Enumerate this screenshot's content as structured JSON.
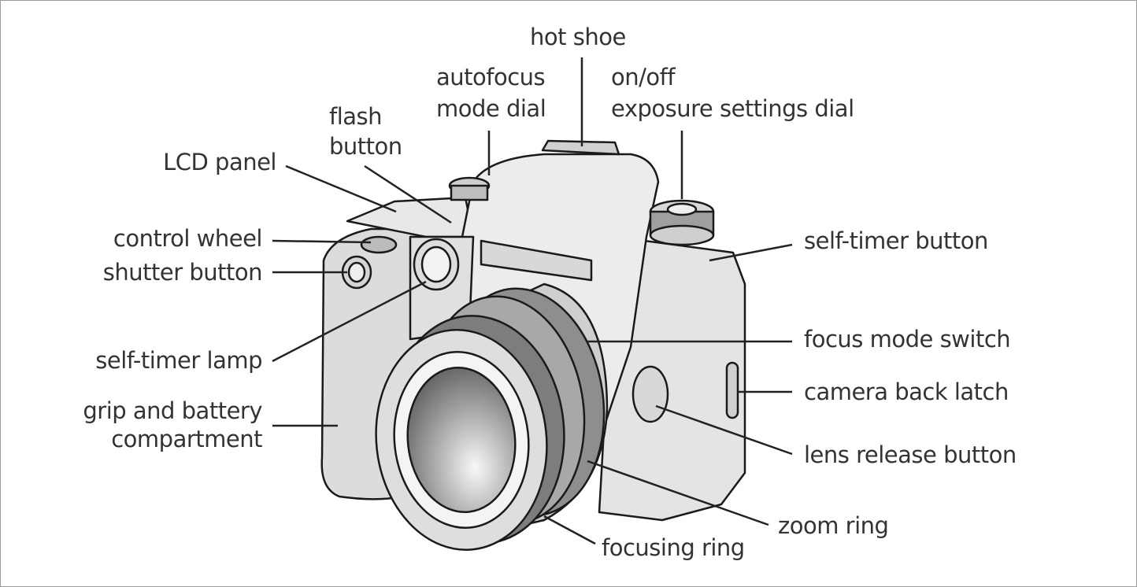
{
  "labels": {
    "hot_shoe": "hot shoe",
    "autofocus_1": "autofocus",
    "autofocus_2": "mode dial",
    "onoff_1": "on/off",
    "onoff_2": "exposure settings dial",
    "flash_1": "flash",
    "flash_2": "button",
    "lcd_panel": "LCD panel",
    "control_wheel": "control wheel",
    "shutter_button": "shutter button",
    "self_timer_lamp": "self-timer lamp",
    "grip_1": "grip and battery",
    "grip_2": "compartment",
    "self_timer_button": "self-timer button",
    "focus_mode_switch": "focus mode switch",
    "camera_back_latch": "camera back latch",
    "lens_release_button": "lens release button",
    "zoom_ring": "zoom ring",
    "focusing_ring": "focusing ring"
  },
  "colors": {
    "text": "#333333",
    "body": "#e4e4e4",
    "outline": "#1a1a1a"
  }
}
